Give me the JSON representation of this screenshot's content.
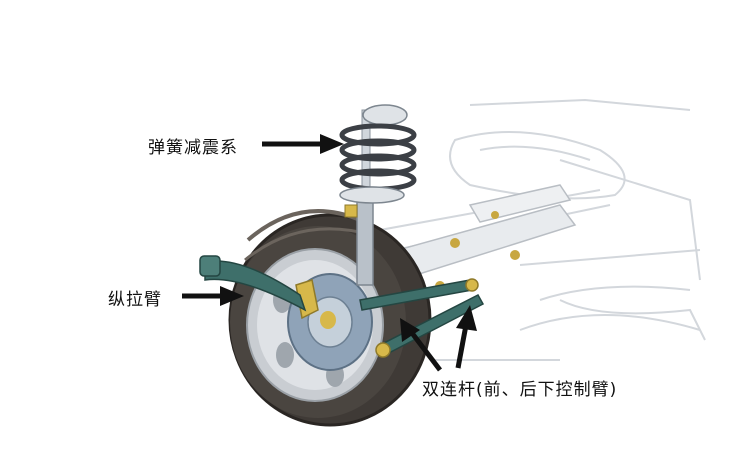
{
  "labels": {
    "spring_damper": "弹簧减震系",
    "trailing_arm": "纵拉臂",
    "twin_links": "双连杆(前、后下控制臂)"
  },
  "colors": {
    "tire": "#3f3a36",
    "rim": "#c9cdd2",
    "rotor": "#8fa3b8",
    "arm": "#3e6f6a",
    "outline": "#cfd3d8",
    "caliper": "#d7b84a",
    "arrow": "#111111"
  }
}
